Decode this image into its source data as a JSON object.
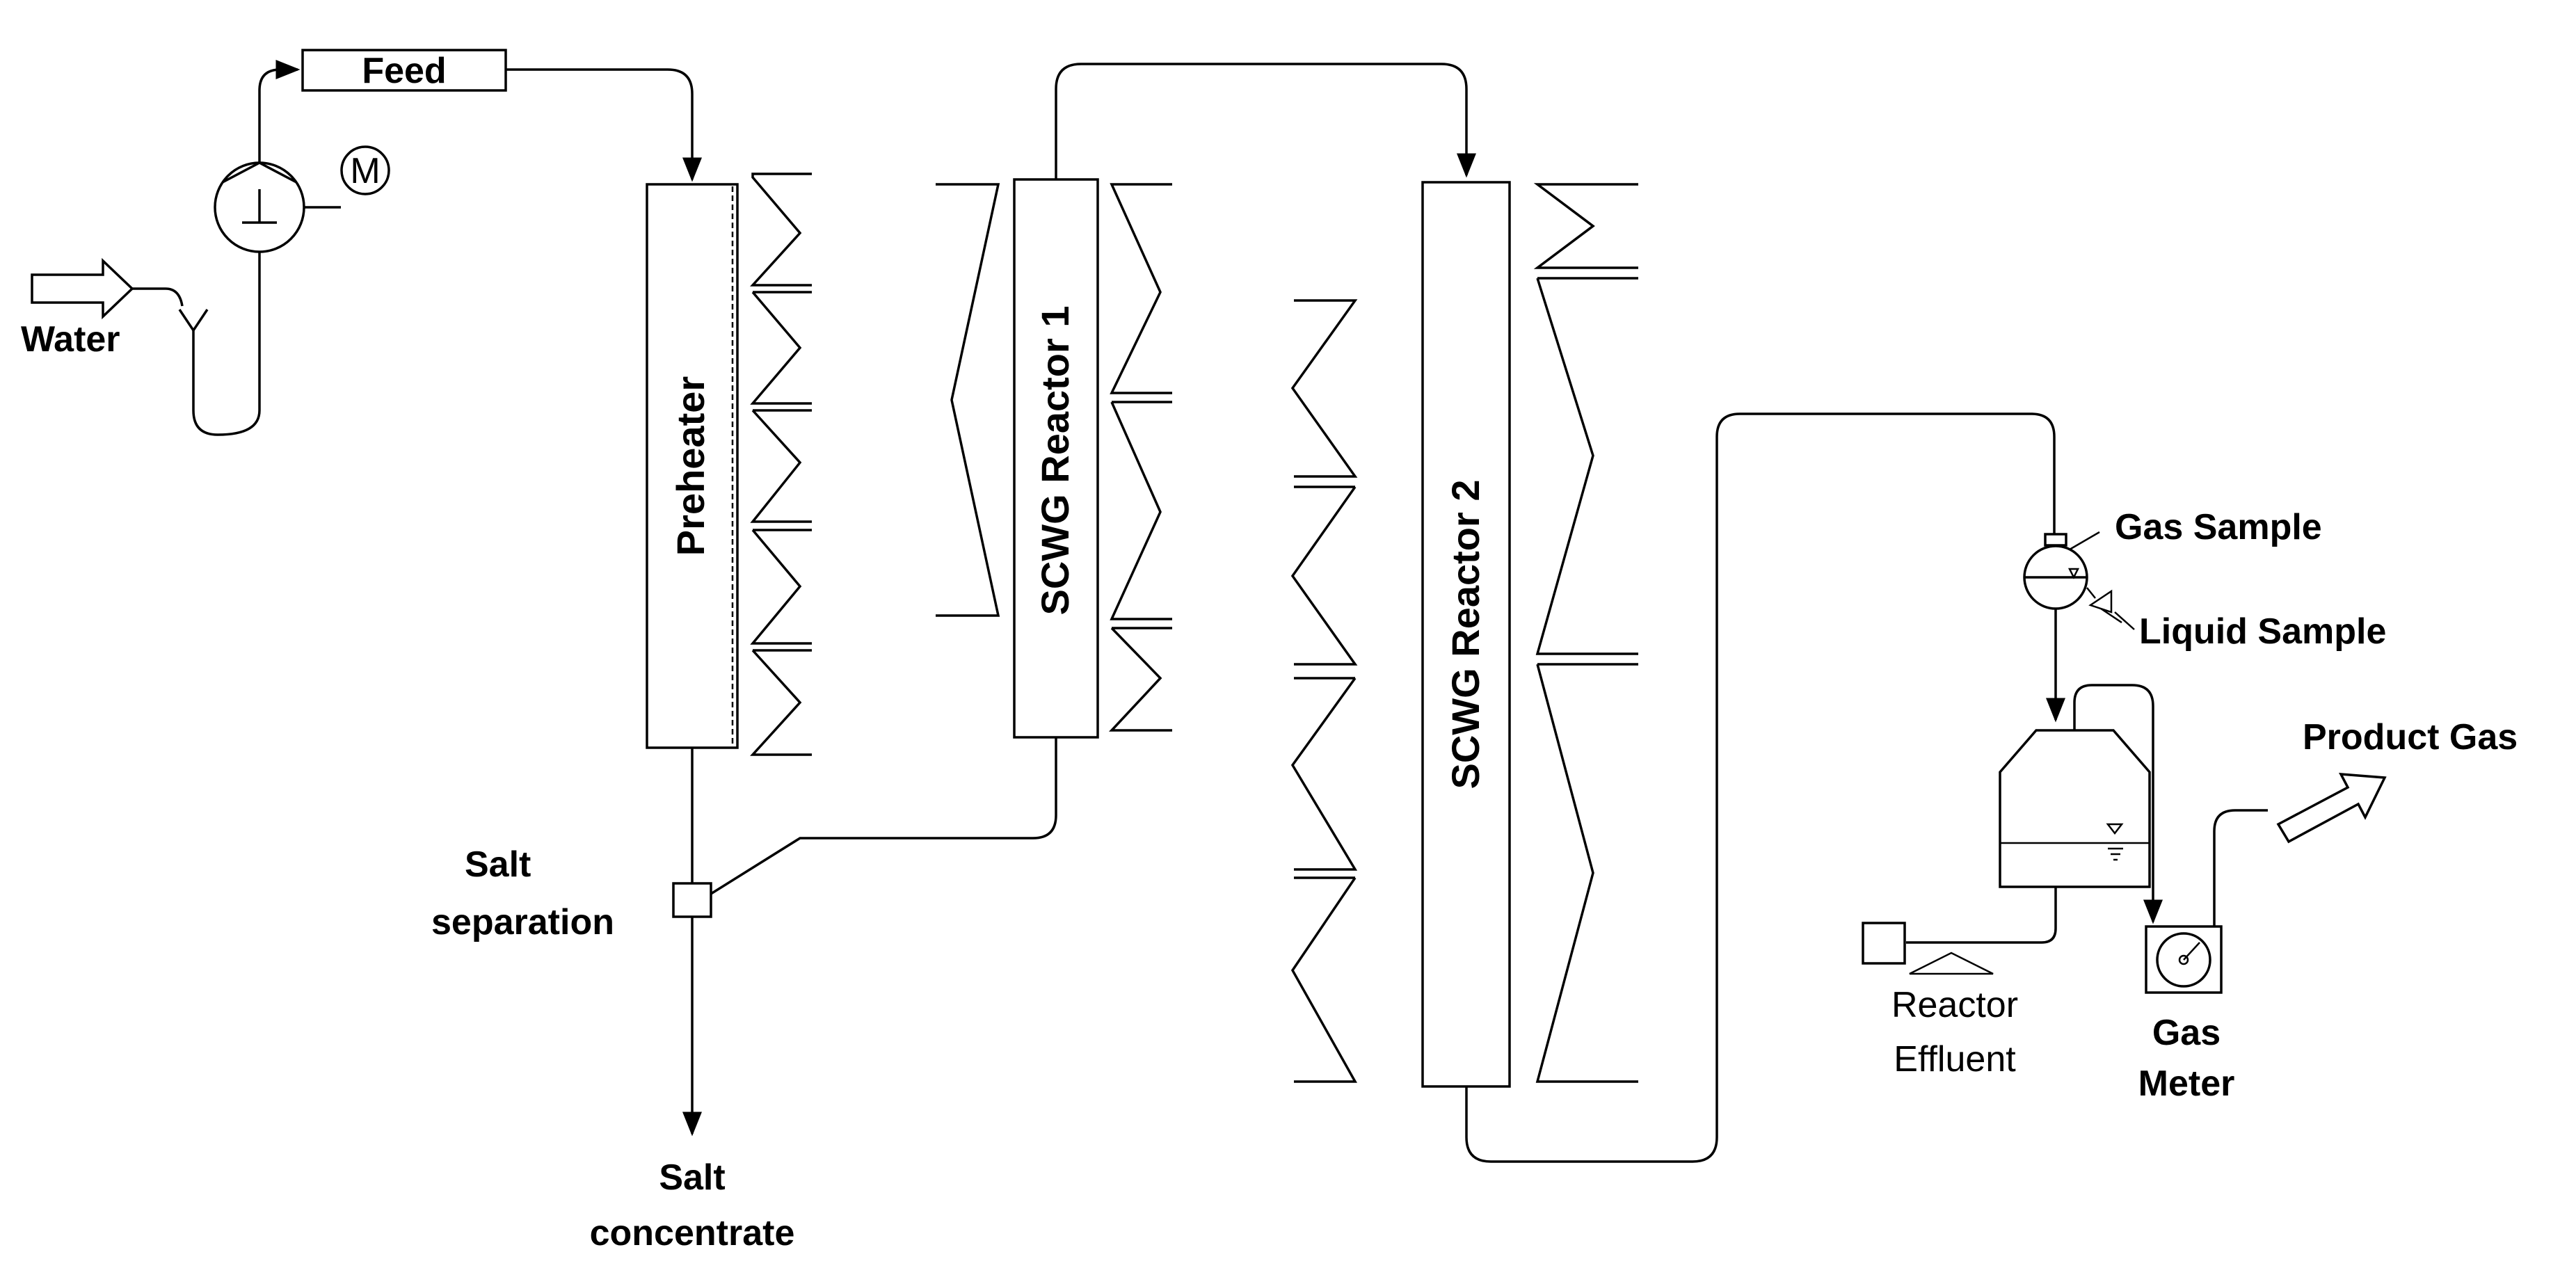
{
  "labels": {
    "water": "Water",
    "feed": "Feed",
    "motor": "M",
    "preheater": "Preheater",
    "reactor1": "SCWG Reactor 1",
    "reactor2": "SCWG Reactor 2",
    "salt_separation_1": "Salt",
    "salt_separation_2": "separation",
    "salt_concentrate_1": "Salt",
    "salt_concentrate_2": "concentrate",
    "gas_sample": "Gas Sample",
    "liquid_sample": "Liquid Sample",
    "product_gas": "Product Gas",
    "reactor_effluent_1": "Reactor",
    "reactor_effluent_2": "Effluent",
    "gas_meter_1": "Gas",
    "gas_meter_2": "Meter"
  }
}
